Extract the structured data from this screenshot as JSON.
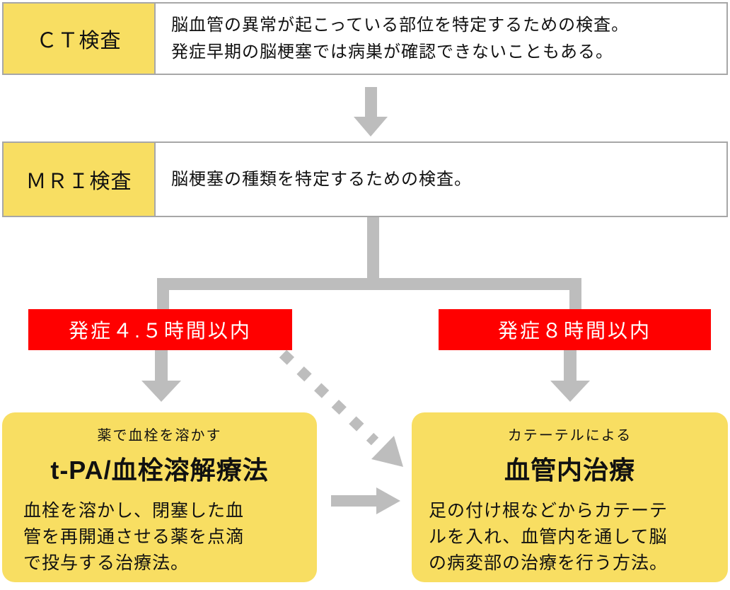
{
  "colors": {
    "yellow": "#F8DE62",
    "red": "#FF0000",
    "gray": "#BDBDBD",
    "border": "#A7A7A7",
    "text": "#111111"
  },
  "ct_box": {
    "label": "ＣＴ検査",
    "description": "脳血管の異常が起こっている部位を特定するための検査。\n発症早期の脳梗塞では病巣が確認できないこともある。"
  },
  "mri_box": {
    "label": "ＭＲＩ検査",
    "description": "脳梗塞の種類を特定するための検査。"
  },
  "branch_left": {
    "condition": "発症４.５時間以内",
    "treatment": {
      "subtitle": "薬で血栓を溶かす",
      "title": "t-PA/血栓溶解療法",
      "description": "血栓を溶かし、閉塞した血\n管を再開通させる薬を点滴\nで投与する治療法。"
    }
  },
  "branch_right": {
    "condition": "発症８時間以内",
    "treatment": {
      "subtitle": "カテーテルによる",
      "title": "血管内治療",
      "description": "足の付け根などからカテーテ\nルを入れ、血管内を通して脳\nの病変部の治療を行う方法。"
    }
  }
}
